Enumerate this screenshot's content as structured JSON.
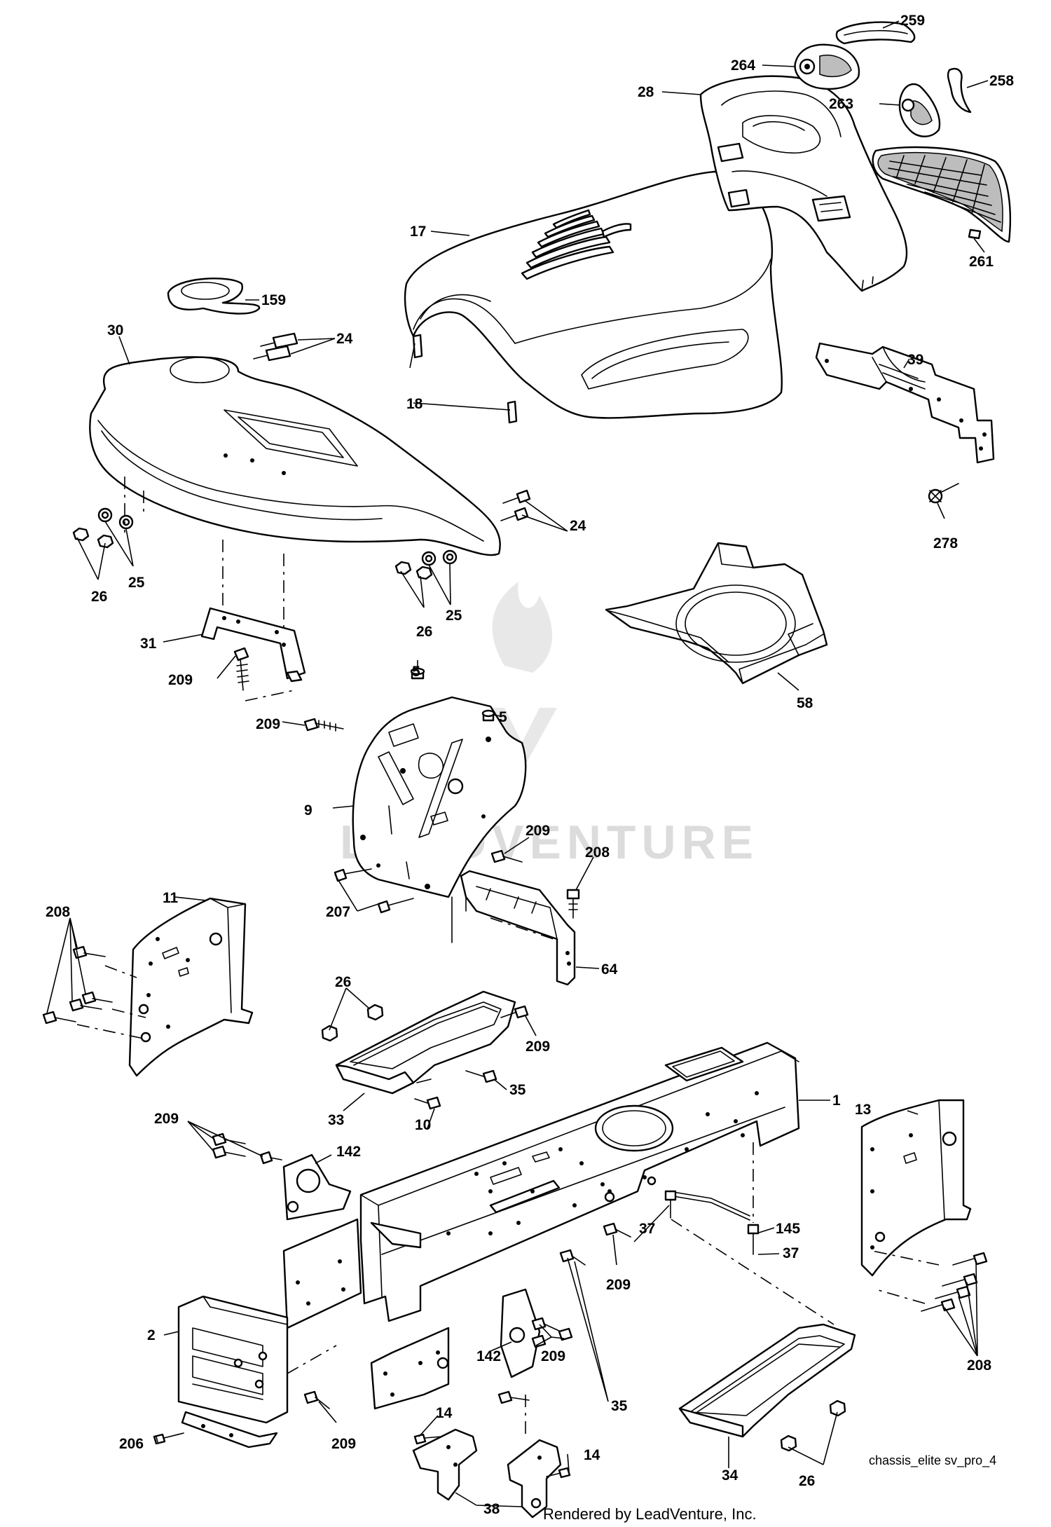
{
  "watermark": "LEADVENTURE",
  "diagram_id": "chassis_elite sv_pro_4",
  "footer": "Rendered by LeadVenture, Inc.",
  "colors": {
    "line": "#000000",
    "background": "#ffffff",
    "watermark": "#d9d9d9"
  },
  "callouts": [
    "259",
    "264",
    "258",
    "28",
    "263",
    "261",
    "17",
    "159",
    "24",
    "30",
    "18",
    "39",
    "278",
    "24",
    "26",
    "25",
    "26",
    "25",
    "31",
    "209",
    "58",
    "5",
    "5",
    "209",
    "9",
    "209",
    "208",
    "207",
    "64",
    "11",
    "208",
    "26",
    "209",
    "35",
    "33",
    "10",
    "1",
    "13",
    "209",
    "142",
    "145",
    "37",
    "37",
    "209",
    "2",
    "142",
    "209",
    "208",
    "35",
    "206",
    "209",
    "14",
    "14",
    "34",
    "26",
    "38"
  ]
}
